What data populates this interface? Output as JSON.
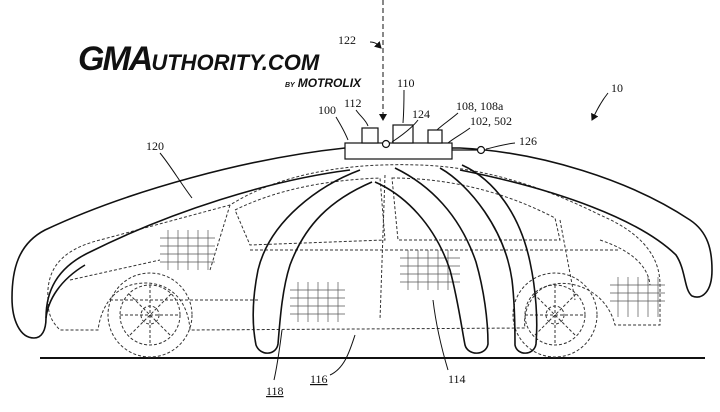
{
  "watermark": {
    "brand_prefix": "GMA",
    "brand_rest": "UTHORITY.COM",
    "by": "BY",
    "partner": "MOTROLIX"
  },
  "figure": {
    "labels": [
      {
        "id": "ref-122",
        "text": "122"
      },
      {
        "id": "ref-110",
        "text": "110"
      },
      {
        "id": "ref-112",
        "text": "112"
      },
      {
        "id": "ref-100",
        "text": "100"
      },
      {
        "id": "ref-124",
        "text": "124"
      },
      {
        "id": "ref-108",
        "text": "108, 108a"
      },
      {
        "id": "ref-102",
        "text": "102, 502"
      },
      {
        "id": "ref-126",
        "text": "126"
      },
      {
        "id": "ref-10",
        "text": "10"
      },
      {
        "id": "ref-120",
        "text": "120"
      },
      {
        "id": "ref-118",
        "text": "118"
      },
      {
        "id": "ref-116",
        "text": "116"
      },
      {
        "id": "ref-114",
        "text": "114"
      }
    ]
  }
}
